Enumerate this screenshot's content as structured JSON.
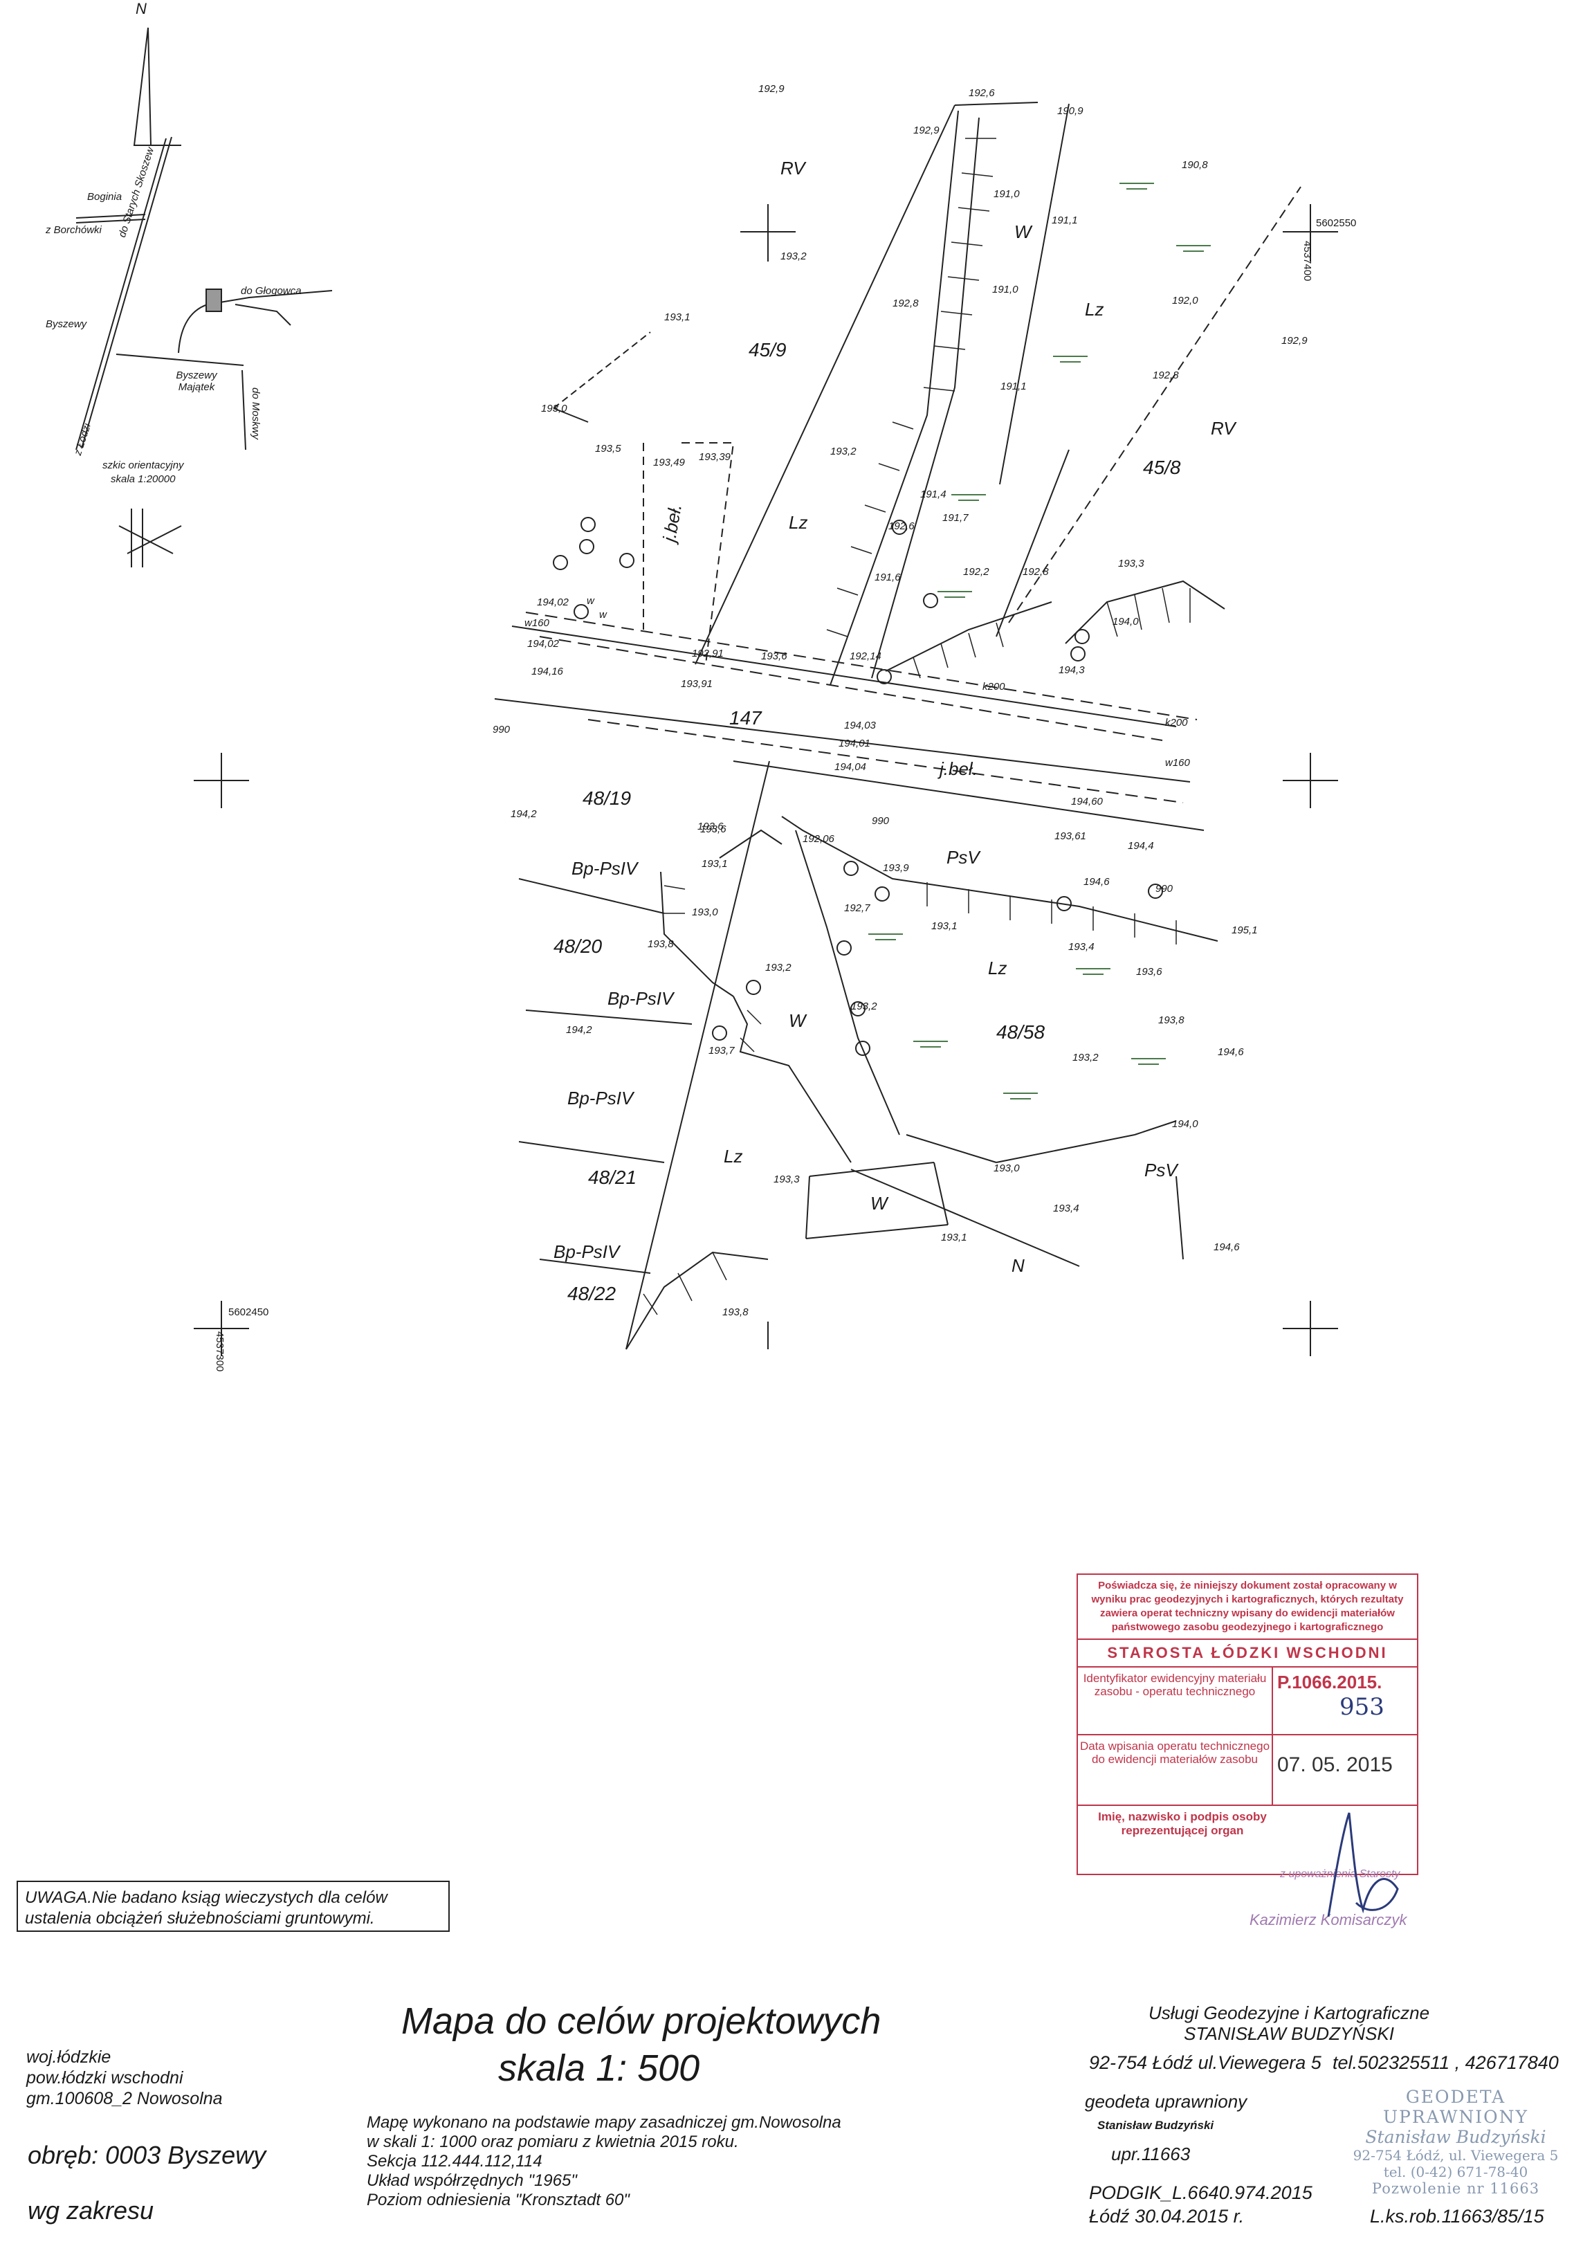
{
  "map": {
    "north_arrow": "N",
    "sketch": {
      "places": [
        "Boginia",
        "z Borchówki",
        "do Starych Skoszew",
        "Byszewy",
        "do Głogowca",
        "Byszewy Majątek",
        "do Moskwy",
        "z Łodzi"
      ],
      "caption_line1": "szkic orientacyjny",
      "caption_line2": "skala 1:20000"
    },
    "grid_labels": {
      "top_right_x": "5602550",
      "top_right_y": "4537400",
      "bottom_left_x": "5602450",
      "bottom_left_y": "4537300"
    },
    "parcels": [
      "45/9",
      "45/8",
      "147",
      "48/19",
      "48/20",
      "48/21",
      "48/22",
      "48/58"
    ],
    "land_use": [
      "RV",
      "RV",
      "W",
      "Lz",
      "Lz",
      "PsV",
      "Lz",
      "W",
      "Lz",
      "W",
      "PsV",
      "N",
      "Bp-PsIV",
      "Bp-PsIV",
      "Bp-PsIV",
      "Bp-PsIV"
    ],
    "annotations": [
      "j.beł.",
      "j.beł.",
      "k200",
      "k200",
      "w160",
      "w160",
      "990",
      "990",
      "990",
      "w",
      "w"
    ],
    "heights": [
      "192,9",
      "192,6",
      "192,9",
      "190,9",
      "190,8",
      "191,0",
      "191,1",
      "191,0",
      "192,0",
      "192,8",
      "192,9",
      "192,8",
      "191,1",
      "193,2",
      "193,1",
      "193,0",
      "193,5",
      "193,49",
      "193,39",
      "193,2",
      "191,4",
      "191,7",
      "192,6",
      "191,6",
      "192,2",
      "192,8",
      "193,3",
      "194,0",
      "194,3",
      "194,02",
      "194,02",
      "194,16",
      "192,91",
      "193,91",
      "193,6",
      "192,14",
      "194,03",
      "194,01",
      "194,04",
      "194,60",
      "193,61",
      "194,4",
      "194,2",
      "193,6",
      "193,1",
      "192,06",
      "193,9",
      "194,6",
      "195,1",
      "193,0",
      "193,8",
      "192,7",
      "193,1",
      "193,4",
      "193,6",
      "193,2",
      "193,2",
      "193,8",
      "194,6",
      "193,7",
      "193,2",
      "194,0",
      "194,2",
      "193,0",
      "193,3",
      "193,4",
      "193,1",
      "194,6",
      "193,8",
      "193,6"
    ]
  },
  "note": {
    "line1": "UWAGA.Nie badano ksiąg wieczystych dla celów",
    "line2": "ustalenia obciążeń służebnościami gruntowymi."
  },
  "stamp": {
    "header": "Poświadcza się, że niniejszy dokument został opracowany w wyniku prac geodezyjnych i kartograficznych, których rezultaty zawiera operat techniczny wpisany do ewidencji materiałów państwowego zasobu geodezyjnego i kartograficznego",
    "office": "STAROSTA ŁÓDZKI WSCHODNI",
    "id_label": "Identyfikator ewidencyjny materiału zasobu - operatu technicznego",
    "id_value": "P.1066.2015.",
    "id_hand": "953",
    "date_label": "Data wpisania operatu technicznego do ewidencji materiałów zasobu",
    "date_value": "07. 05. 2015",
    "sig_label": "Imię, nazwisko i podpis osoby reprezentującej organ",
    "auth_stamp": "z upoważnienia Starosty",
    "auth_name": "Kazimierz Komisarczyk"
  },
  "footer": {
    "admin_line1": "woj.łódzkie",
    "admin_line2": "pow.łódzki wschodni",
    "admin_line3": "gm.100608_2  Nowosolna",
    "district": "obręb: 0003 Byszewy",
    "scope": "wg zakresu",
    "title": "Mapa do celów projektowych",
    "scale": "skala 1: 500",
    "desc1": "Mapę wykonano na podstawie mapy zasadniczej gm.Nowosolna",
    "desc2": "w skali 1: 1000 oraz pomiaru z kwietnia  2015 roku.",
    "desc3": "Sekcja 112.444.112,114",
    "desc4": "Układ współrzędnych \"1965\"",
    "desc5": "Poziom odniesienia \"Kronsztadt 60\"",
    "company1": "Usługi Geodezyjne i Kartograficzne",
    "company2": "STANISŁAW BUDZYŃSKI",
    "address": "92-754 Łódź ul.Viewegera 5",
    "phone": "tel.502325511 , 426717840",
    "surveyor_label": "geodeta uprawniony",
    "surveyor_name": "Stanisław Budzyński",
    "license": "upr.11663",
    "stamp_title": "GEODETA UPRAWNIONY",
    "stamp_name": "Stanisław Budzyński",
    "stamp_addr": "92-754 Łódź, ul. Viewegera 5",
    "stamp_tel": "tel. (0-42) 671-78-40",
    "stamp_perm": "Pozwolenie nr 11663",
    "podgik": "PODGIK_L.6640.974.2015",
    "date": "Łódź 30.04.2015 r.",
    "ks": "L.ks.rob.11663/85/15"
  }
}
